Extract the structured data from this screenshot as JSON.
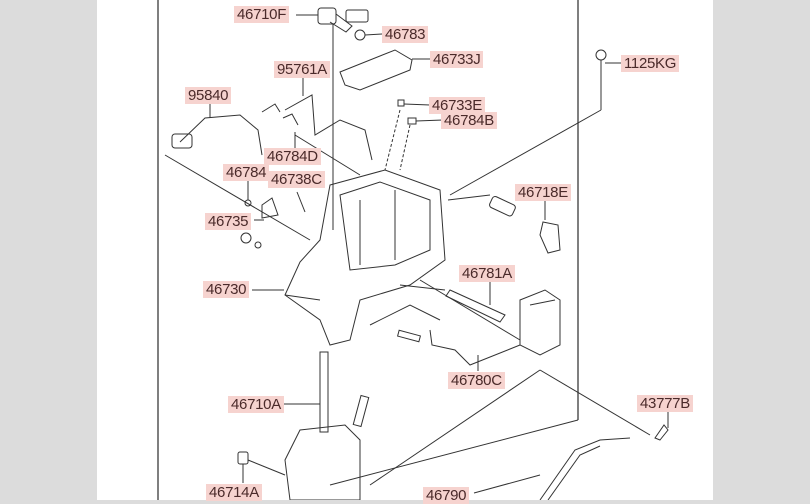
{
  "diagram": {
    "label_color": "#f6d3cf",
    "parts": [
      {
        "id": "p1",
        "number": "46710F"
      },
      {
        "id": "p2",
        "number": "46783"
      },
      {
        "id": "p3",
        "number": "46733J"
      },
      {
        "id": "p4",
        "number": "1125KG"
      },
      {
        "id": "p5",
        "number": "95761A"
      },
      {
        "id": "p6",
        "number": "95840"
      },
      {
        "id": "p7",
        "number": "46733E"
      },
      {
        "id": "p8",
        "number": "46784B"
      },
      {
        "id": "p9",
        "number": "46784D"
      },
      {
        "id": "p10",
        "number": "46784"
      },
      {
        "id": "p11",
        "number": "46738C"
      },
      {
        "id": "p12",
        "number": "46718E"
      },
      {
        "id": "p13",
        "number": "46735"
      },
      {
        "id": "p14",
        "number": "46781A"
      },
      {
        "id": "p15",
        "number": "46730"
      },
      {
        "id": "p16",
        "number": "46780C"
      },
      {
        "id": "p17",
        "number": "46710A"
      },
      {
        "id": "p18",
        "number": "43777B"
      },
      {
        "id": "p19",
        "number": "46714A"
      },
      {
        "id": "p20",
        "number": "46790"
      }
    ]
  }
}
